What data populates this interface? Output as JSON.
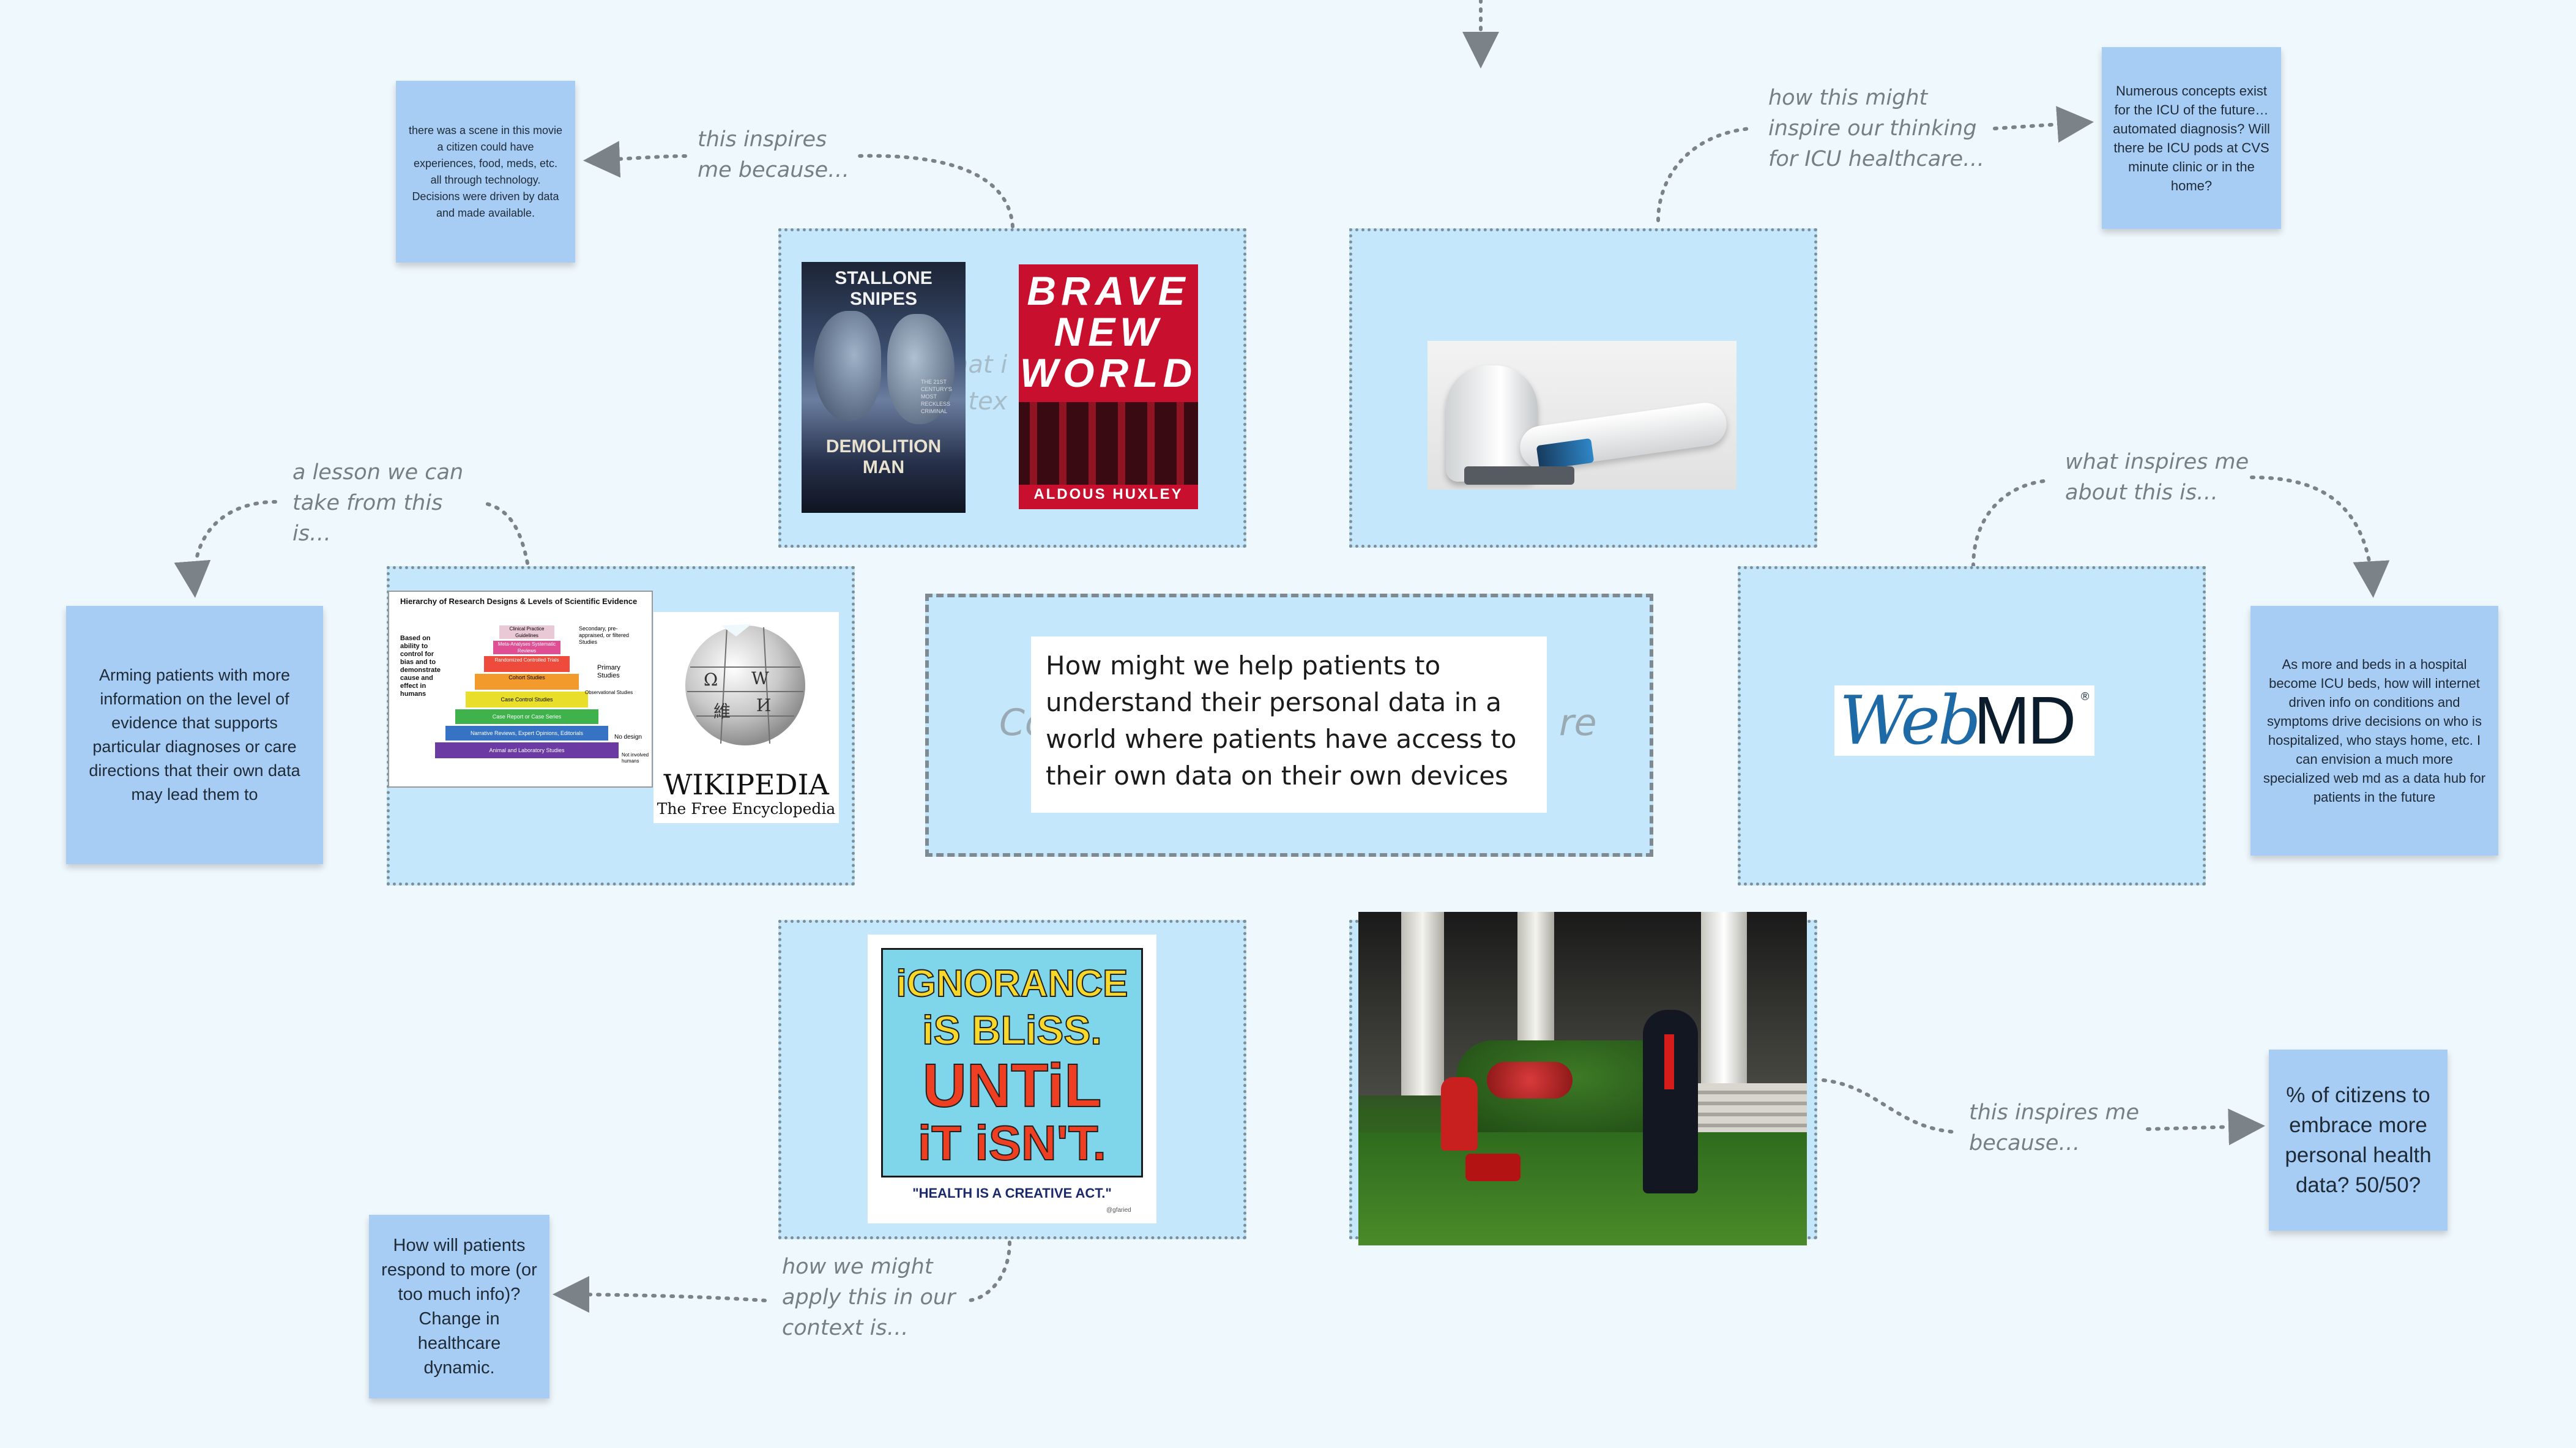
{
  "center": {
    "question": "How might we help patients to understand their personal data in a world where patients have access to their own data on their own devices",
    "ghost_left": "Co",
    "ghost_right": "re"
  },
  "prompts": {
    "top_left": "this inspires me because…",
    "top_right": "how this might inspire our thinking for ICU healthcare…",
    "mid_left": "a lesson we can take from this is…",
    "mid_right": "what inspires me about this is…",
    "bottom_left": "how we might apply this in our context is…",
    "bottom_right": "this inspires me because…",
    "ghost_frame_line1": "hat i",
    "ghost_frame_line2": ", tex"
  },
  "stickies": {
    "demolition": "there was a scene in this movie a citizen could have experiences, food, meds, etc. all through technology.  Decisions were driven by data and made available.",
    "icu": "Numerous concepts exist for the ICU of the future…automated diagnosis?  Will there be ICU pods at CVS minute clinic or in the home?",
    "evidence": "Arming patients with more information on the level of evidence that supports particular diagnoses or care directions that their own data may lead them to",
    "webmd": "As more and beds in a hospital become ICU beds, how will internet driven info on conditions and symptoms drive decisions on who is hospitalized, who stays home, etc.  I can envision a much more specialized web md as a data hub for patients in the future",
    "ignorance": "How will patients respond to more (or too much info)?  Change in healthcare dynamic.",
    "citizens": "% of citizens to embrace more personal health data? 50/50?"
  },
  "images": {
    "demolition_man": {
      "top": "STALLONE SNIPES",
      "middle": "THE 21ST CENTURY'S MOST RECKLESS CRIMINAL",
      "title": "DEMOLITION MAN"
    },
    "brave_new_world": {
      "line1": "BRAVE",
      "line2": "NEW",
      "line3": "WORLD",
      "author": "ALDOUS HUXLEY"
    },
    "evidence_pyramid": {
      "title": "Hierarchy of Research Designs & Levels of Scientific Evidence",
      "left_note": "Based on ability to control for bias and to demonstrate cause and effect in humans",
      "levels": [
        "Clinical Practice Guidelines",
        "Meta-Analyses Systematic Reviews",
        "Randomized Controlled Trials",
        "Cohort Studies",
        "Case Control Studies",
        "Case Report or Case Series",
        "Narrative Reviews, Expert Opinions, Editorials",
        "Animal and Laboratory Studies"
      ],
      "right_notes": [
        "Secondary, pre-appraised, or filtered Studies",
        "Primary Studies",
        "Observational Studies",
        "No design",
        "Not involved humans"
      ]
    },
    "wikipedia": {
      "name": "WIKIPEDIA",
      "tagline": "The Free Encyclopedia"
    },
    "webmd": {
      "web": "Web",
      "md": "MD",
      "reg": "®"
    },
    "ignorance": {
      "line1": "iGNORANCE",
      "line2": "iS BLiSS.",
      "line3": "UNTiL",
      "line4": "iT iSN'T.",
      "caption": "\"HEALTH IS A CREATIVE ACT.\"",
      "signature": "@gfaried"
    }
  },
  "colors": {
    "background": "#eff8fd",
    "frame": "#c4e7fb",
    "sticky": "#a7cdf5",
    "connector": "#7b8389"
  },
  "icons": [
    "arrow-icon",
    "wikipedia-globe-icon",
    "webmd-logo"
  ]
}
